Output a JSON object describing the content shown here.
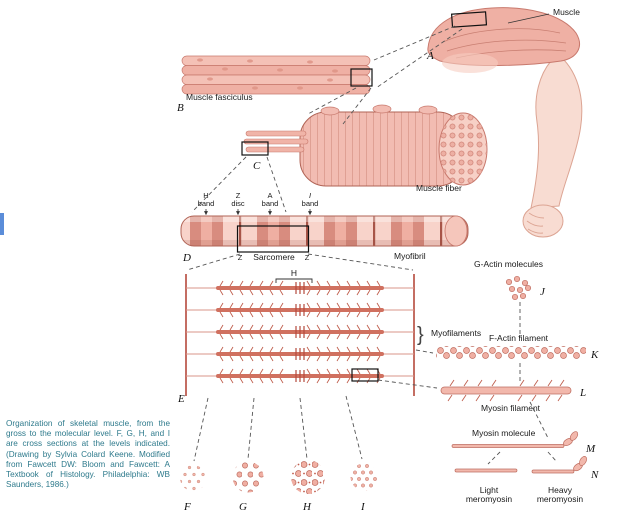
{
  "labels": {
    "muscle": "Muscle",
    "muscle_fasciculus": "Muscle fasciculus",
    "muscle_fiber": "Muscle fiber",
    "myofibril": "Myofibril",
    "myofilaments": "Myofilaments",
    "brace": "}",
    "h_zone": "H",
    "sarcomere": "Sarcomere",
    "sarcomere_z_left": "Z",
    "sarcomere_z_right": "Z",
    "g_actin": "G-Actin molecules",
    "f_actin": "F-Actin filament",
    "myosin_filament": "Myosin filament",
    "myosin_molecule": "Myosin molecule",
    "light_1": "Light",
    "light_2": "meromyosin",
    "heavy_1": "Heavy",
    "heavy_2": "meromyosin"
  },
  "bands": {
    "h_top": "H",
    "h_bottom": "band",
    "z_top": "Z",
    "z_bottom": "disc",
    "a_top": "A",
    "a_bottom": "band",
    "i_top": "I",
    "i_bottom": "band"
  },
  "letters": {
    "a": "A",
    "b": "B",
    "c": "C",
    "d": "D",
    "e": "E",
    "f": "F",
    "g": "G",
    "h": "H",
    "i": "I",
    "j": "J",
    "k": "K",
    "l": "L",
    "m": "M",
    "n": "N"
  },
  "caption": "Organization of skeletal muscle, from the gross to the molecular level. F, G, H, and I are cross sections at the levels indicated. (Drawing by Sylvia Colard Keene. Modified from Fawcett DW: Bloom and Fawcett: A Textbook of Histology. Philadelphia: WB Saunders, 1986.)",
  "colors": {
    "tissue_pink": "#F2BCB2",
    "outline": "#C8796D",
    "accent_red": "#B5493C",
    "caption_teal": "#2E7A8C"
  }
}
